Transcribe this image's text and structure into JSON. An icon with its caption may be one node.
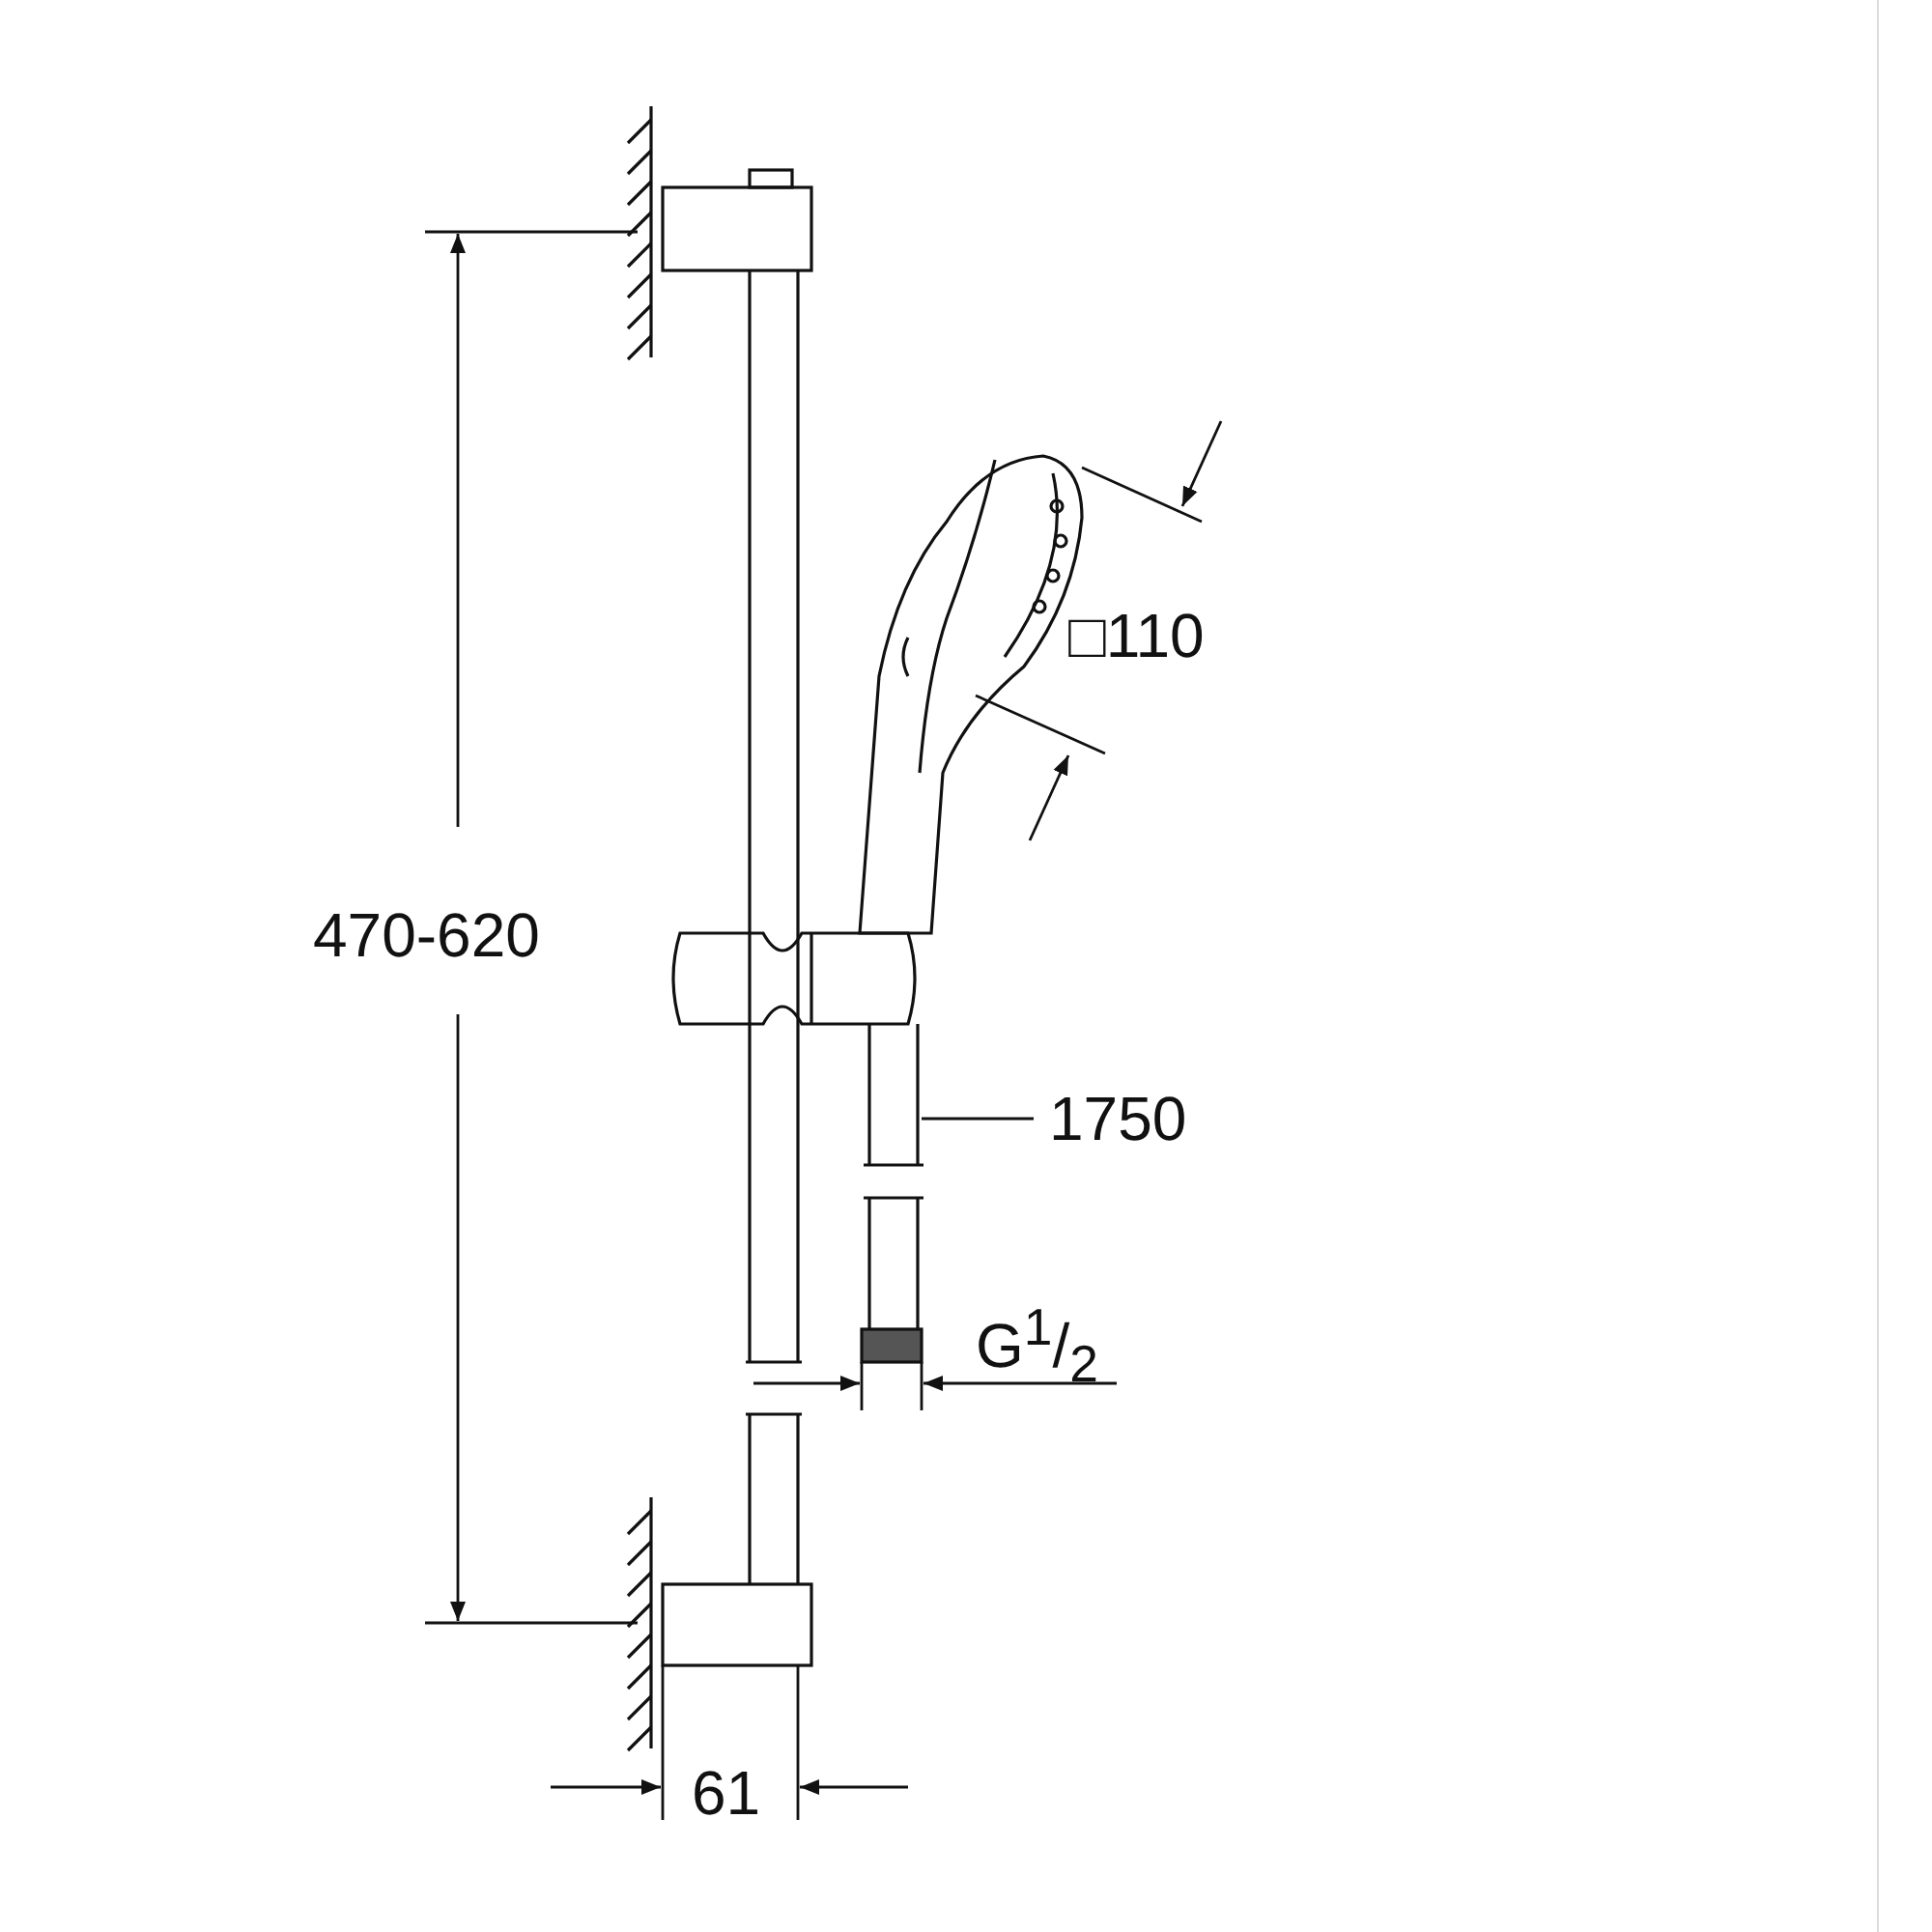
{
  "diagram": {
    "nodes": [
      {
        "text": [
          "1750"
        ]
      },
      {
        "text": [],
        "shape": "picture"
      }
    ],
    "edges": [
      {
        "from": 0,
        "to": 1,
        "arrow": "none"
      }
    ],
    "labels": [
      "470-620",
      "□110",
      "G$^{1}$/$_{2}$",
      "61"
    ]
  }
}
